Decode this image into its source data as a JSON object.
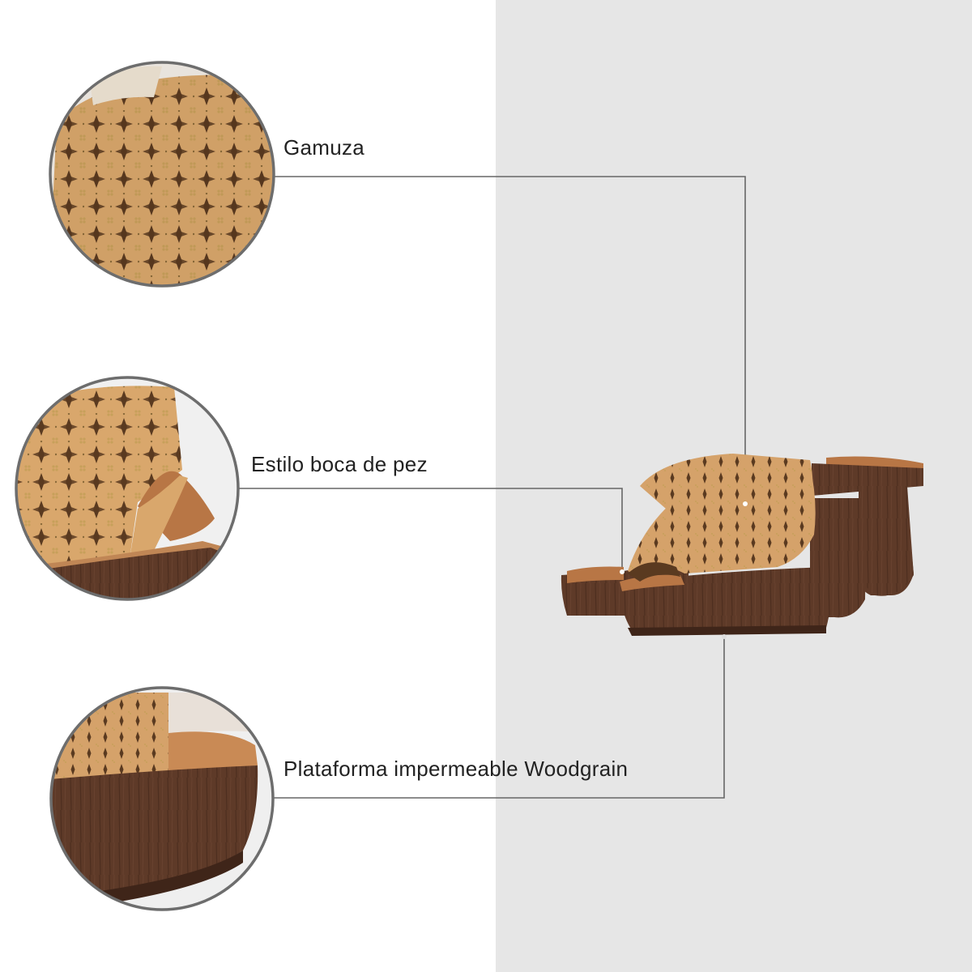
{
  "features": [
    {
      "label": "Gamuza",
      "detail": "suede-perforated-closeup"
    },
    {
      "label": "Estilo boca de pez",
      "detail": "peep-toe-closeup"
    },
    {
      "label": "Plataforma impermeable Woodgrain",
      "detail": "woodgrain-platform-closeup"
    }
  ],
  "colors": {
    "suede": "#d9a76c",
    "suede_shadow": "#b9834a",
    "perforation": "#5a3a20",
    "stud": "#c7a05a",
    "platform": "#5e3a28",
    "platform_dark": "#3f2519",
    "insole": "#b87645",
    "circle_border": "#6d6d6d",
    "connector": "#666666",
    "background_right": "#e6e6e6"
  }
}
